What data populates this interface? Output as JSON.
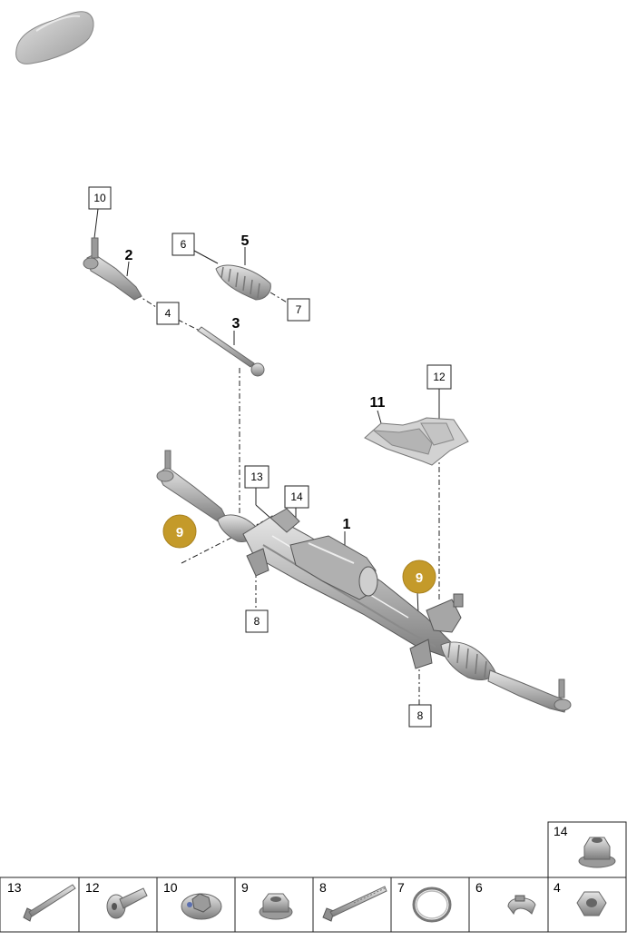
{
  "callouts": {
    "c10": "10",
    "c2": "2",
    "c6": "6",
    "c5": "5",
    "c7": "7",
    "c4": "4",
    "c3": "3",
    "c12": "12",
    "c11": "11",
    "c13": "13",
    "c14": "14",
    "c1": "1",
    "c9_left": "9",
    "c9_right": "9",
    "c8_left": "8",
    "c8_right": "8"
  },
  "parts_table": {
    "top_cell": {
      "number": "14",
      "icon": "flange-nut-icon"
    },
    "cells": [
      {
        "number": "13",
        "icon": "long-bolt-icon"
      },
      {
        "number": "12",
        "icon": "flange-bolt-icon"
      },
      {
        "number": "10",
        "icon": "washer-nut-icon"
      },
      {
        "number": "9",
        "icon": "flange-nut-icon"
      },
      {
        "number": "8",
        "icon": "bolt-icon"
      },
      {
        "number": "7",
        "icon": "clamp-ring-icon"
      },
      {
        "number": "6",
        "icon": "hose-clip-icon"
      },
      {
        "number": "4",
        "icon": "hex-nut-icon"
      }
    ]
  },
  "colors": {
    "badge": "#c49a2a",
    "part_gray": "#b9b9b9",
    "line": "#222222"
  }
}
